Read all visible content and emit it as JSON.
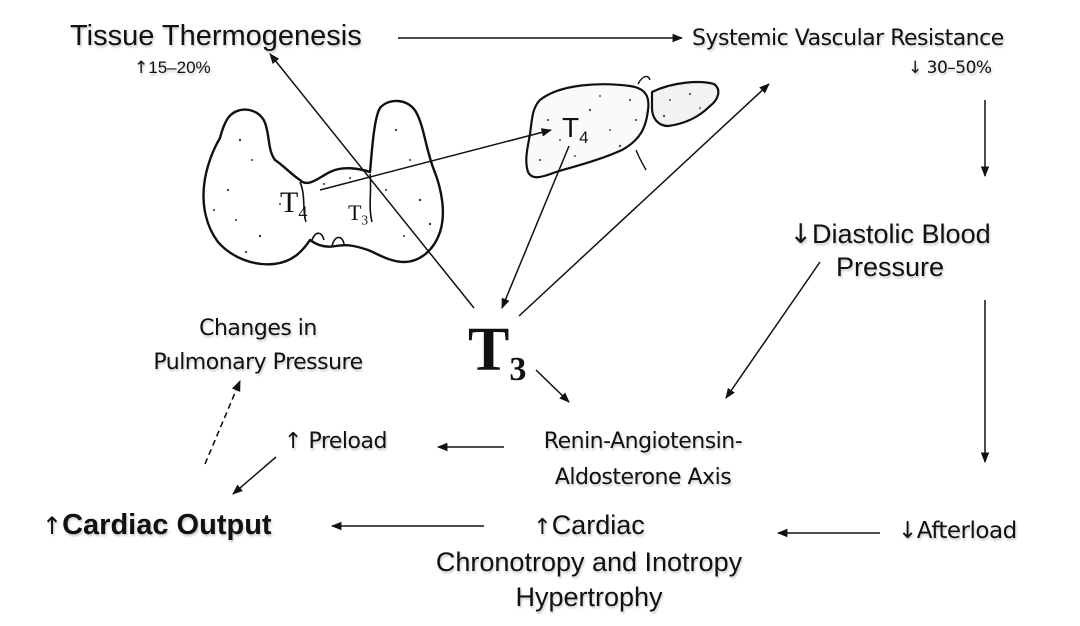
{
  "diagram": {
    "title": "Thyroid hormone effects on cardiovascular hemodynamics",
    "nodes": {
      "tissue_thermogenesis": {
        "label": "Tissue Thermogenesis",
        "change_arrow": "↑",
        "change": "15–20%"
      },
      "systemic_vascular_resistance": {
        "label": "Systemic Vascular Resistance",
        "change_arrow": "↓",
        "change": "30–50%"
      },
      "diastolic_bp": {
        "arrow": "↓",
        "line1": "Diastolic Blood",
        "line2": "Pressure"
      },
      "pulmonary_pressure": {
        "line1": "Changes in",
        "line2": "Pulmonary Pressure"
      },
      "t3_central": {
        "base": "T",
        "sub": "3"
      },
      "raa_axis": {
        "line1": "Renin-Angiotensin-",
        "line2": "Aldosterone Axis"
      },
      "preload": {
        "arrow": "↑",
        "label": "Preload"
      },
      "cardiac_output": {
        "arrow": "↑",
        "label": "Cardiac Output"
      },
      "cardiac_effects": {
        "arrow": "↑",
        "line1": "Cardiac",
        "line2": "Chronotropy and Inotropy",
        "line3": "Hypertrophy"
      },
      "afterload": {
        "arrow": "↓",
        "label": "Afterload"
      }
    },
    "illustrations": {
      "thyroid": {
        "name": "thyroid gland",
        "labels": [
          {
            "base": "T",
            "sub": "4"
          },
          {
            "base": "T",
            "sub": "3"
          }
        ]
      },
      "liver": {
        "name": "liver",
        "labels": [
          {
            "base": "T",
            "sub": "4"
          }
        ]
      }
    },
    "edges": [
      {
        "from": "Tissue Thermogenesis",
        "to": "Systemic Vascular Resistance",
        "style": "solid"
      },
      {
        "from": "T3",
        "to": "Tissue Thermogenesis",
        "style": "solid"
      },
      {
        "from": "T3",
        "to": "Systemic Vascular Resistance",
        "style": "solid"
      },
      {
        "from": "Thyroid T4",
        "to": "Liver T4",
        "style": "solid"
      },
      {
        "from": "Liver T4",
        "to": "T3",
        "style": "solid"
      },
      {
        "from": "Systemic Vascular Resistance",
        "to": "Diastolic Blood Pressure",
        "style": "solid"
      },
      {
        "from": "Diastolic Blood Pressure",
        "to": "Renin-Angiotensin-Aldosterone Axis",
        "style": "solid"
      },
      {
        "from": "Diastolic Blood Pressure",
        "to": "Afterload",
        "style": "solid"
      },
      {
        "from": "T3",
        "to": "Renin-Angiotensin-Aldosterone Axis",
        "style": "solid"
      },
      {
        "from": "Renin-Angiotensin-Aldosterone Axis",
        "to": "Preload",
        "style": "solid"
      },
      {
        "from": "Preload",
        "to": "Cardiac Output",
        "style": "solid"
      },
      {
        "from": "Cardiac Output",
        "to": "Changes in Pulmonary Pressure",
        "style": "dashed"
      },
      {
        "from": "Afterload",
        "to": "Cardiac Chronotropy and Inotropy Hypertrophy",
        "style": "solid"
      },
      {
        "from": "Cardiac Chronotropy and Inotropy Hypertrophy",
        "to": "Cardiac Output",
        "style": "solid"
      }
    ]
  }
}
